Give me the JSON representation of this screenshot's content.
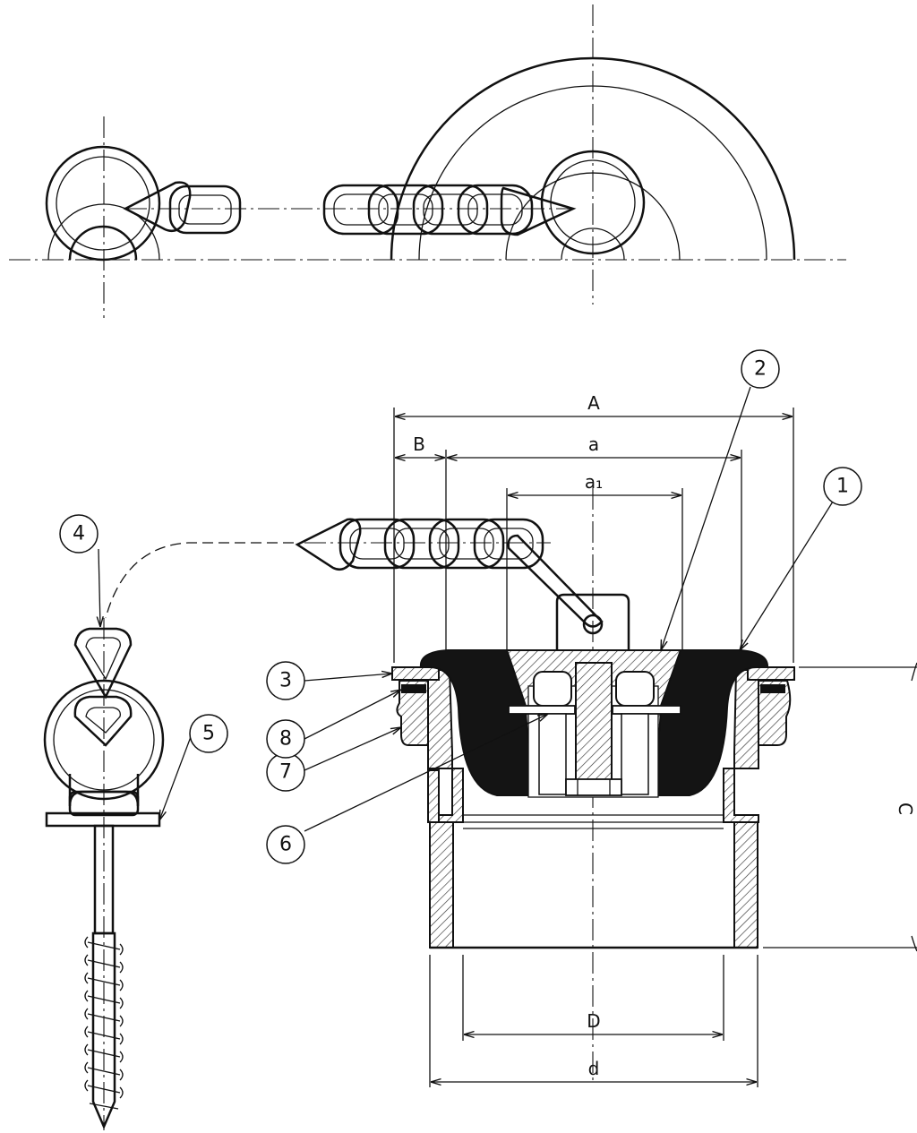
{
  "callouts": {
    "c1": "1",
    "c2": "2",
    "c3": "3",
    "c4": "4",
    "c5": "5",
    "c6": "6",
    "c7": "7",
    "c8": "8"
  },
  "dimensions": {
    "A": "A",
    "B": "B",
    "a": "a",
    "a1": "a₁",
    "C": "C",
    "D": "D",
    "d": "d"
  }
}
